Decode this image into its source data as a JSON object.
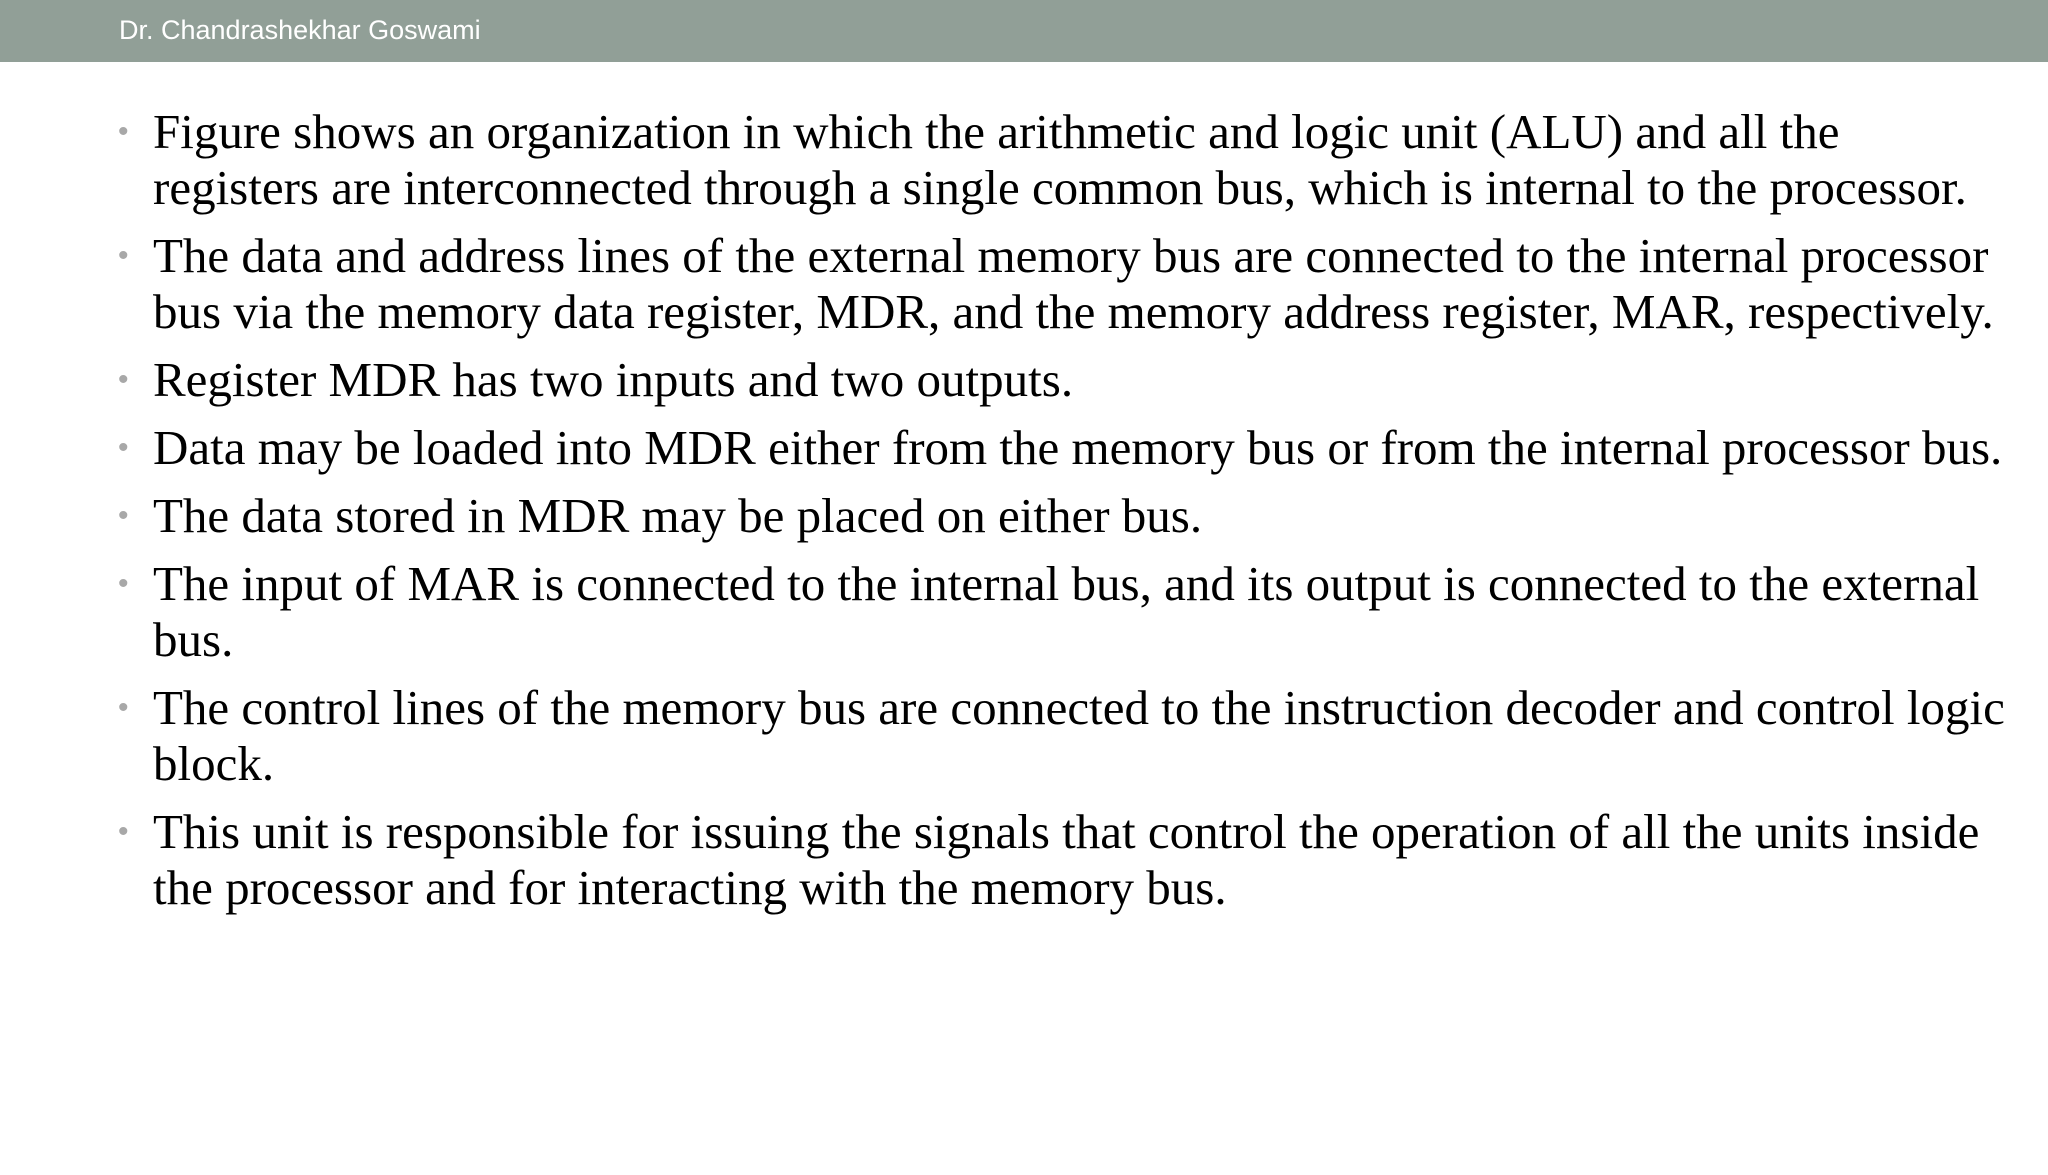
{
  "header": {
    "author": "Dr. Chandrashekhar Goswami"
  },
  "colors": {
    "header_bar": "#919f97",
    "bullet": "#a8a8a8",
    "text": "#000000"
  },
  "bullet_symbol": "•",
  "bullets": [
    "Figure shows an organization in which the arithmetic and logic unit (ALU) and all the registers are interconnected through a single common bus, which is internal to the processor.",
    "The data and address lines of the external memory bus are connected to the internal processor bus via the memory data register, MDR, and the memory address register, MAR, respectively.",
    "Register MDR has two inputs and two outputs.",
    "Data may be loaded into MDR either from the memory bus or from the internal processor bus.",
    "The data stored in MDR may be placed on either bus.",
    "The input of MAR is connected to the internal bus, and its output is connected to the external bus.",
    "The control lines of the memory bus are connected to the instruction decoder and control logic block.",
    "This unit is responsible for issuing the signals that control the operation of all the units inside the processor and for interacting with the memory bus."
  ]
}
